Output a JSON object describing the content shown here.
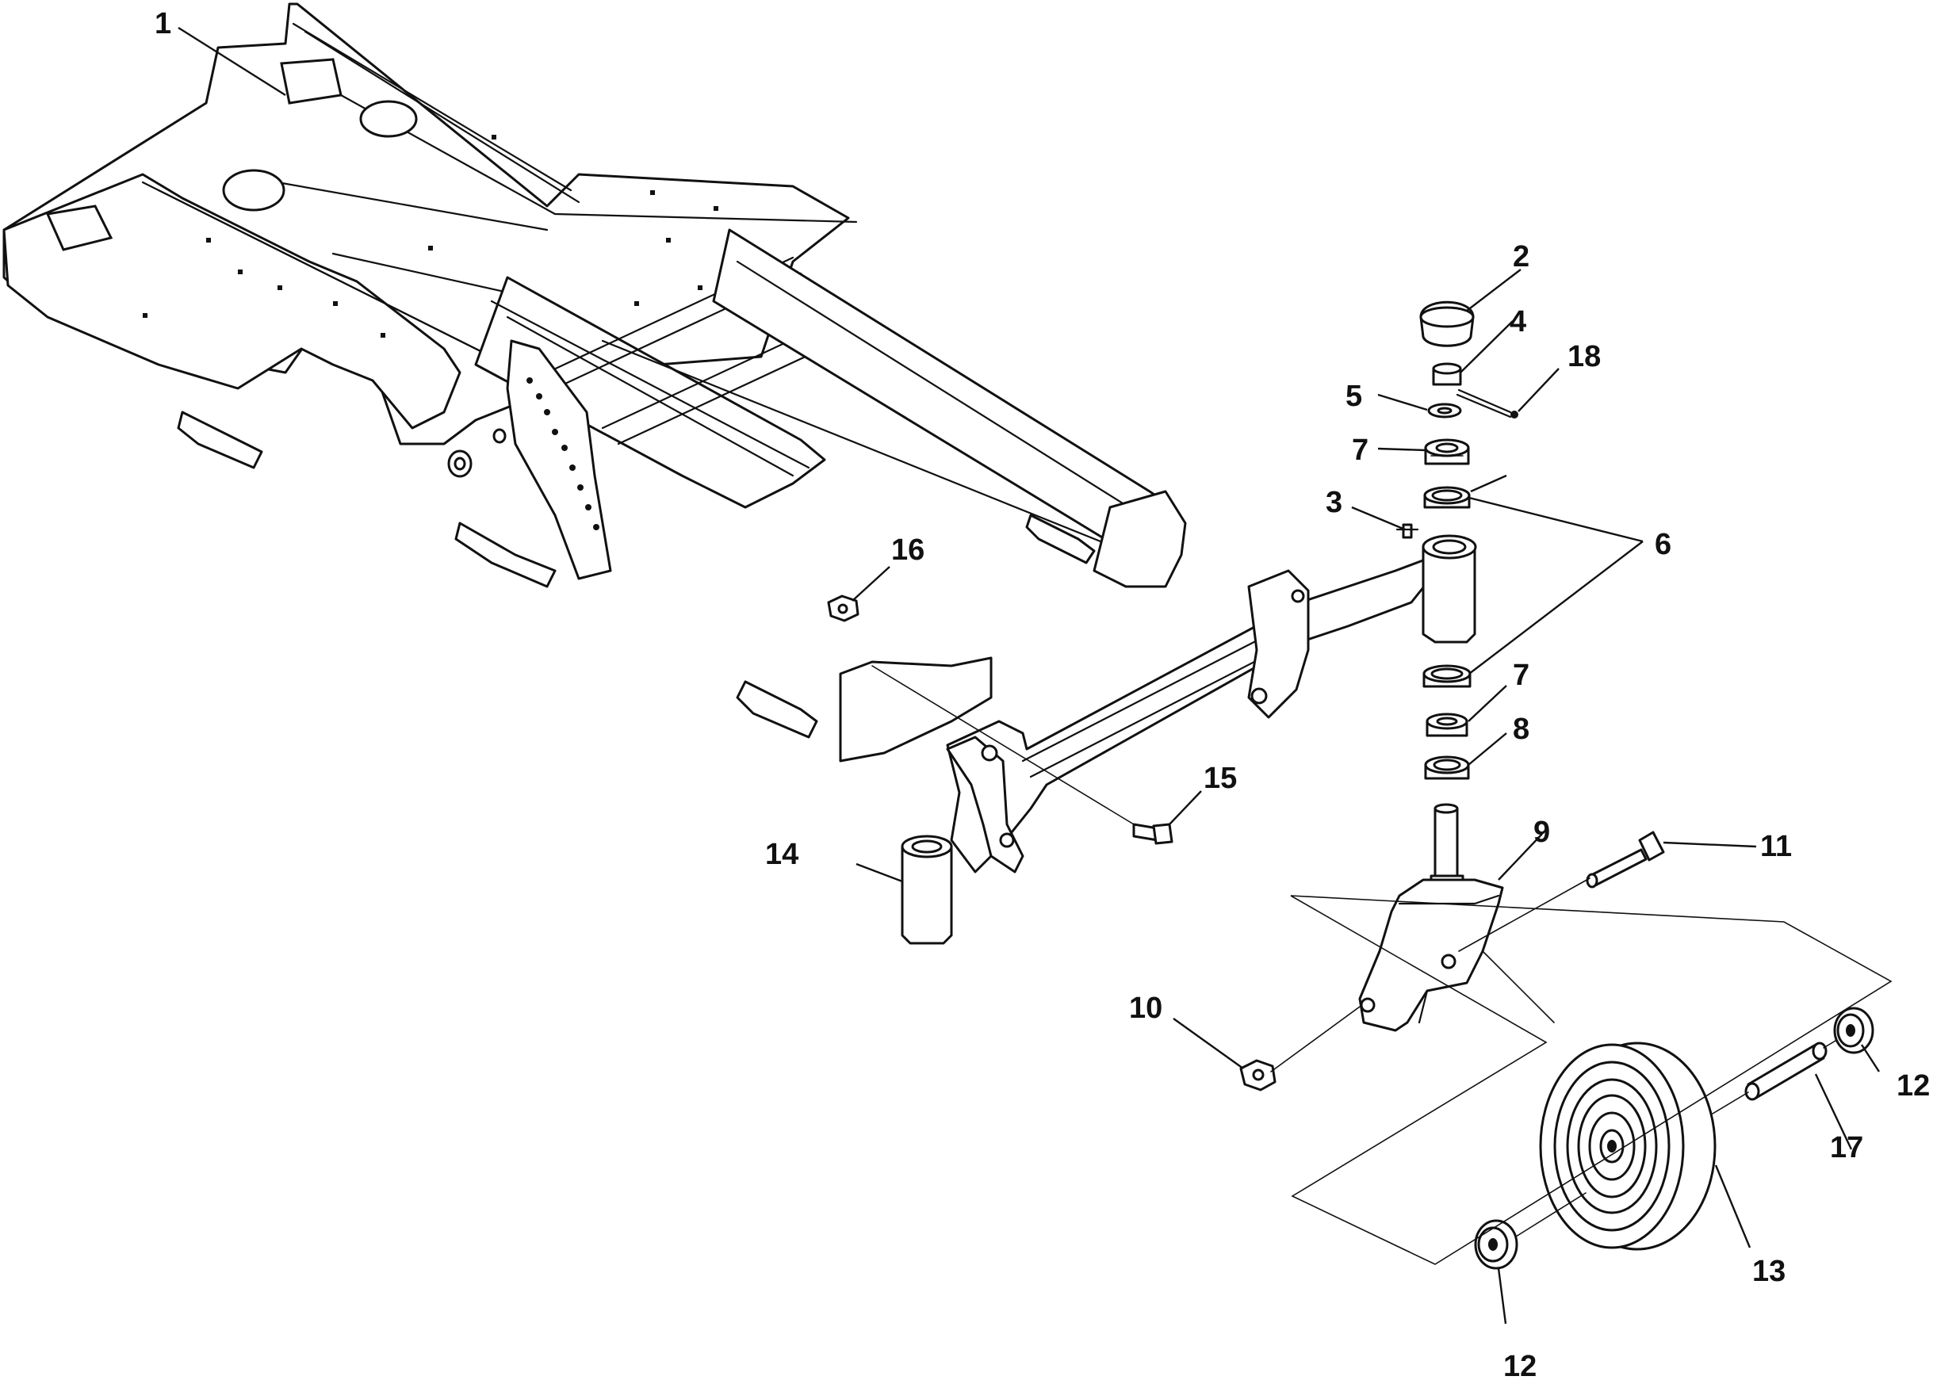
{
  "callouts": [
    {
      "id": "c1",
      "label": "1"
    },
    {
      "id": "c2",
      "label": "2"
    },
    {
      "id": "c3",
      "label": "3"
    },
    {
      "id": "c4",
      "label": "4"
    },
    {
      "id": "c5",
      "label": "5"
    },
    {
      "id": "c6",
      "label": "6"
    },
    {
      "id": "c7a",
      "label": "7"
    },
    {
      "id": "c7b",
      "label": "7"
    },
    {
      "id": "c8",
      "label": "8"
    },
    {
      "id": "c9",
      "label": "9"
    },
    {
      "id": "c10",
      "label": "10"
    },
    {
      "id": "c11",
      "label": "11"
    },
    {
      "id": "c12a",
      "label": "12"
    },
    {
      "id": "c12b",
      "label": "12"
    },
    {
      "id": "c13",
      "label": "13"
    },
    {
      "id": "c14",
      "label": "14"
    },
    {
      "id": "c15",
      "label": "15"
    },
    {
      "id": "c16",
      "label": "16"
    },
    {
      "id": "c17",
      "label": "17"
    },
    {
      "id": "c18",
      "label": "18"
    }
  ]
}
